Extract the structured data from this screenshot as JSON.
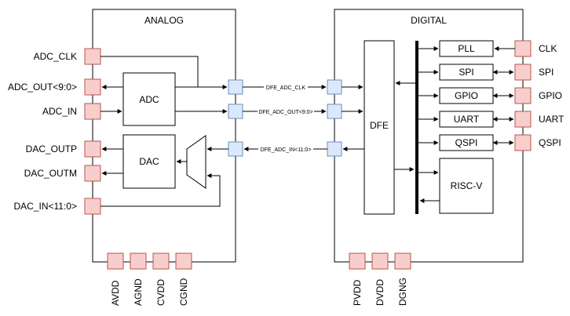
{
  "analog": {
    "title": "ANALOG",
    "blocks": {
      "adc": "ADC",
      "dac": "DAC"
    },
    "left_pins": [
      "ADC_CLK",
      "ADC_OUT<9:0>",
      "ADC_IN",
      "DAC_OUTP",
      "DAC_OUTM",
      "DAC_IN<11:0>"
    ],
    "power_pins": [
      "AVDD",
      "AGND",
      "CVDD",
      "CGND"
    ]
  },
  "digital": {
    "title": "DIGITAL",
    "blocks": {
      "dfe": "DFE",
      "pll": "PLL",
      "spi": "SPI",
      "gpio": "GPIO",
      "uart": "UART",
      "qspi": "QSPI",
      "riscv": "RISC-V"
    },
    "right_pins": [
      "CLK",
      "SPI",
      "GPIO",
      "UART",
      "QSPI"
    ],
    "power_pins": [
      "PVDD",
      "DVDD",
      "DGNG"
    ]
  },
  "signals": [
    "DFE_ADC_CLK",
    "DFE_ADC_OUT<9:0>",
    "DFE_ADC_IN<11:0>"
  ],
  "colors": {
    "pin_fill": "#f8cecc",
    "pin_stroke": "#b85450",
    "bridge_fill": "#dae8fc",
    "bridge_stroke": "#6c8ebf"
  }
}
